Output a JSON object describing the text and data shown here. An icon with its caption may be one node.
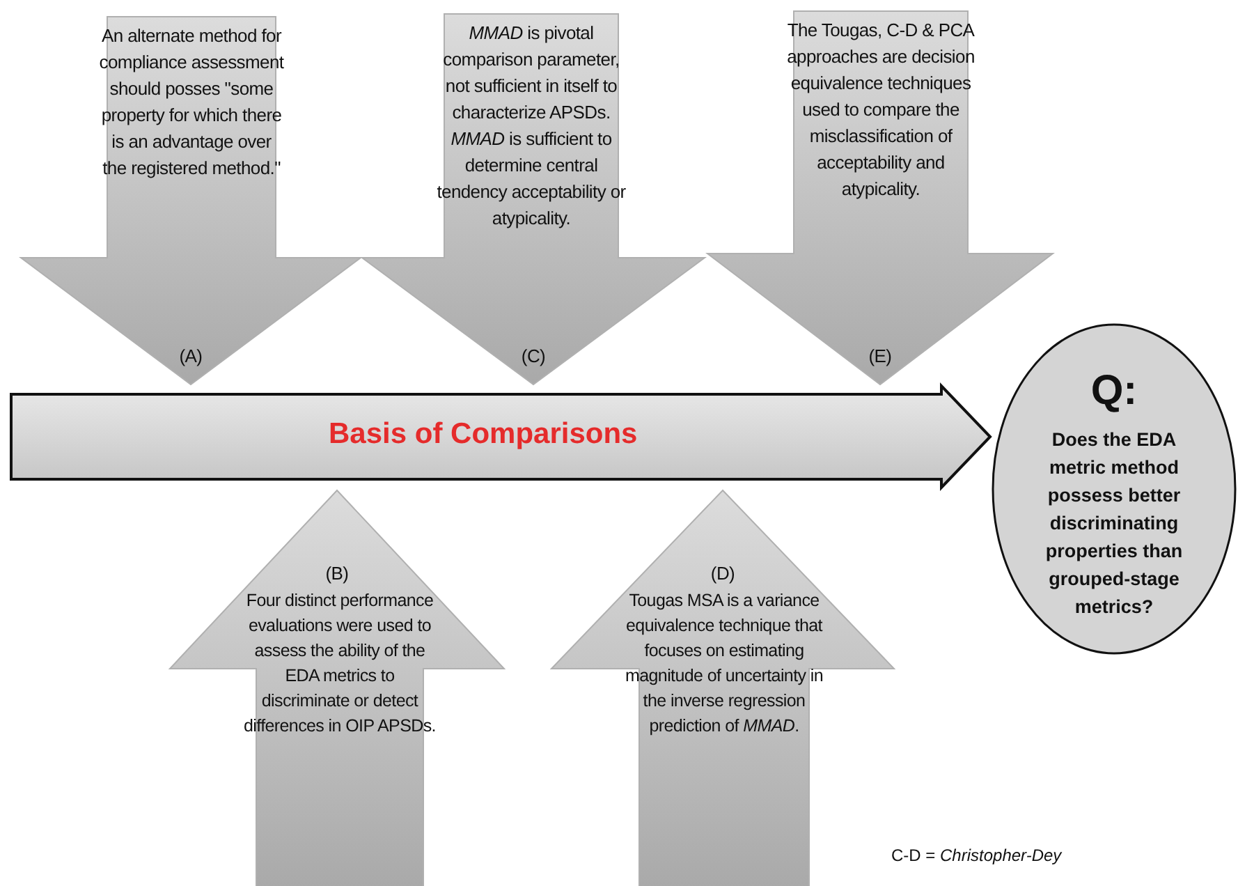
{
  "diagram": {
    "nodes": [
      {
        "text": [
          "An alternate method for compliance assessment should posses \"some property for which there is an advantage over the registered method.\"",
          "(A)"
        ]
      },
      {
        "text": [
          "*MMAD* is pivotal comparison parameter, not sufficient in itself to characterize APSDs. *MMAD* is sufficient to determine central tendency acceptability or atypicality.",
          "(C)"
        ]
      },
      {
        "text": [
          "The Tougas, C-D & PCA approaches are decision equivalence techniques used to compare the misclassification of acceptability and atypicality.",
          "(E)"
        ]
      },
      {
        "text": [
          "Basis of Comparisons"
        ]
      },
      {
        "text": [
          "Q:",
          "Does the EDA metric method possess better discriminating properties than grouped-stage metrics?"
        ]
      },
      {
        "text": [
          "(B)",
          "Four distinct performance evaluations were used to assess the ability of the EDA metrics to discriminate or detect differences in OIP APSDs."
        ]
      },
      {
        "text": [
          "(D)",
          "Tougas MSA is a variance equivalence technique that focuses on estimating magnitude of uncertainty in the inverse regression prediction of *MMAD*."
        ]
      }
    ],
    "labels": [
      "C-D = *Christopher-Dey*"
    ]
  }
}
